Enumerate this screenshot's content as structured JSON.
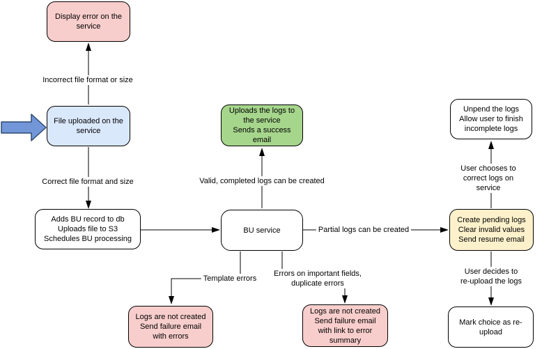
{
  "diagram": {
    "nodes": {
      "display_error": {
        "text": "Display error on the\nservice",
        "fill": "#f8cecc"
      },
      "file_uploaded": {
        "text": "File uploaded on the\nservice",
        "fill": "#dae8fc"
      },
      "process_upload": {
        "text": "Adds BU record to db\nUploads file to S3\nSchedules BU processing",
        "fill": "#ffffff"
      },
      "success_upload": {
        "text": "Uploads the logs to\nthe service\nSends a success\nemail",
        "fill": "#a6d68c"
      },
      "bu_service": {
        "text": "BU service",
        "fill": "#ffffff"
      },
      "create_pending": {
        "text": "Create pending logs\nClear invalid values\nSend resume email",
        "fill": "#fdf1cb"
      },
      "unpend_logs": {
        "text": "Unpend the logs\nAllow user to finish\nincomplete logs",
        "fill": "#ffffff"
      },
      "mark_reupload": {
        "text": "Mark choice as re-\nupload",
        "fill": "#ffffff"
      },
      "failure_errors": {
        "text": "Logs are not created\nSend failure email\nwith errors",
        "fill": "#f8cecc"
      },
      "failure_summary": {
        "text": "Logs are not created\nSend failure email\nwith link to error\nsummary",
        "fill": "#f8cecc"
      }
    },
    "edge_labels": {
      "incorrect_format": "Incorrect file format or size",
      "correct_format": "Correct file format and size",
      "valid_logs": "Valid, completed logs can be created",
      "partial_logs": "Partial logs can be created",
      "template_errors": "Template errors",
      "field_errors": "Errors on important fields,\nduplicate errors",
      "user_correct": "User chooses to correct logs on service",
      "user_reupload": "User decides to re-upload the logs"
    },
    "icons": {
      "input_arrow": {
        "name": "input-arrow",
        "fill": "#7396d9",
        "stroke": "#2c4a6e"
      }
    },
    "colors": {
      "stroke": "#000000",
      "red_fill": "#f8cecc",
      "blue_fill": "#dae8fc",
      "green_fill": "#a6d68c",
      "yellow_fill": "#fdf1cb",
      "white_fill": "#ffffff",
      "background": "#ffffff"
    }
  }
}
